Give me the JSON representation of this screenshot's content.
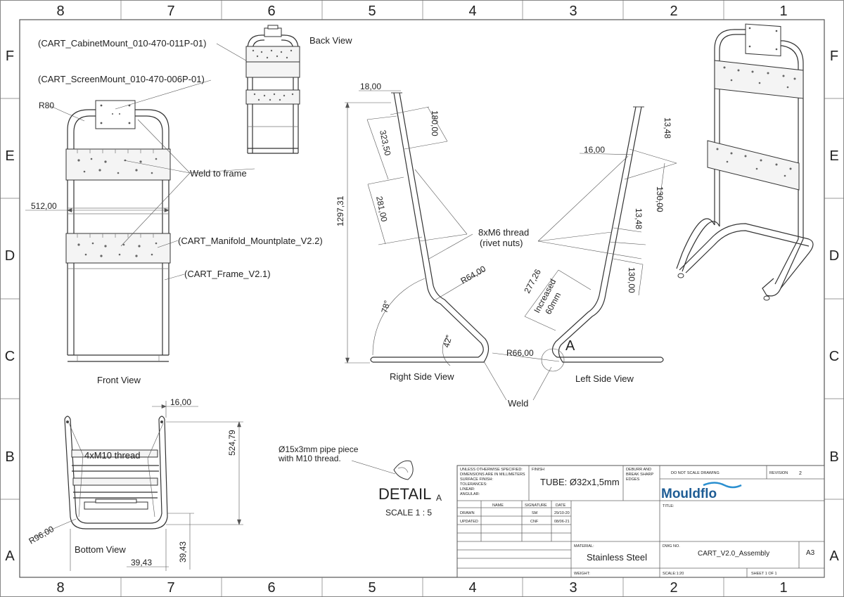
{
  "zones": {
    "columns": [
      "8",
      "7",
      "6",
      "5",
      "4",
      "3",
      "2",
      "1"
    ],
    "rows": [
      "F",
      "E",
      "D",
      "C",
      "B",
      "A"
    ]
  },
  "callouts": {
    "cabinet_mount": "(CART_CabinetMount_010-470-011P-01)",
    "screen_mount": "(CART_ScreenMount_010-470-006P-01)",
    "weld_to_frame": "Weld to frame",
    "manifold": "(CART_Manifold_Mountplate_V2.2)",
    "frame": "(CART_Frame_V2.1)",
    "thread_m6": "8xM6 thread",
    "rivet_nuts": "(rivet nuts)",
    "weld": "Weld",
    "thread_m10": "4xM10 thread",
    "pipe_line1": "Ø15x3mm pipe piece",
    "pipe_line2": "with M10 thread.",
    "detail_marker": "A"
  },
  "views": {
    "back": "Back View",
    "front": "Front View",
    "right_side": "Right Side View",
    "left_side": "Left Side View",
    "bottom": "Bottom View",
    "detail_title": "DETAIL",
    "detail_letter": "A",
    "detail_scale": "SCALE 1 : 5"
  },
  "dimensions": {
    "r80": "R80",
    "w512": "512,00",
    "d18": "18,00",
    "d180": "180,00",
    "d323": "323,50",
    "d281": "281,00",
    "d1297": "1297,31",
    "r64": "R64,00",
    "ang78": "78°",
    "ang42": "42°",
    "r66": "R66,00",
    "d16_left": "16,00",
    "d13_a": "13,48",
    "d130_a": "130,00",
    "d13_b": "13,48",
    "d130_b": "130,00",
    "d277": "277,26",
    "inc1": "Increased",
    "inc2": "60mm",
    "d16_bottom": "16,00",
    "d524": "524,79",
    "r96": "R96,00",
    "d39_v": "39,43",
    "d39_h": "39,43"
  },
  "title_block": {
    "notes": [
      "UNLESS OTHERWISE SPECIFIED:",
      "DIMENSIONS ARE IN MILLIMETERS",
      "SURFACE FINISH:",
      "TOLERANCES:",
      "LINEAR:",
      "ANGULAR:"
    ],
    "finish_label": "FINISH",
    "finish_value": "TUBE: Ø32x1,5mm",
    "deburr": [
      "DEBURR AND",
      "BREAK SHARP",
      "EDGES"
    ],
    "do_not_scale": "DO NOT SCALE DRAWING",
    "revision_label": "REVISION",
    "revision_value": "2",
    "logo": "Mouldflo",
    "title_label": "TITLE:",
    "headers": [
      "NAME",
      "SIGNATURE",
      "DATE"
    ],
    "rows": [
      {
        "role": "DRAWN",
        "name": "",
        "sig": "SM",
        "date": "29/10-20"
      },
      {
        "role": "UPDATED",
        "name": "",
        "sig": "CNF",
        "date": "08/06-21"
      }
    ],
    "material_label": "MATERIAL:",
    "material_value": "Stainless Steel",
    "dwg_label": "DWG NO.",
    "dwg_value": "CART_V2.0_Assembly",
    "size": "A3",
    "weight_label": "WEIGHT:",
    "scale_label": "SCALE:1:20",
    "sheet_label": "SHEET 1 OF 1"
  }
}
